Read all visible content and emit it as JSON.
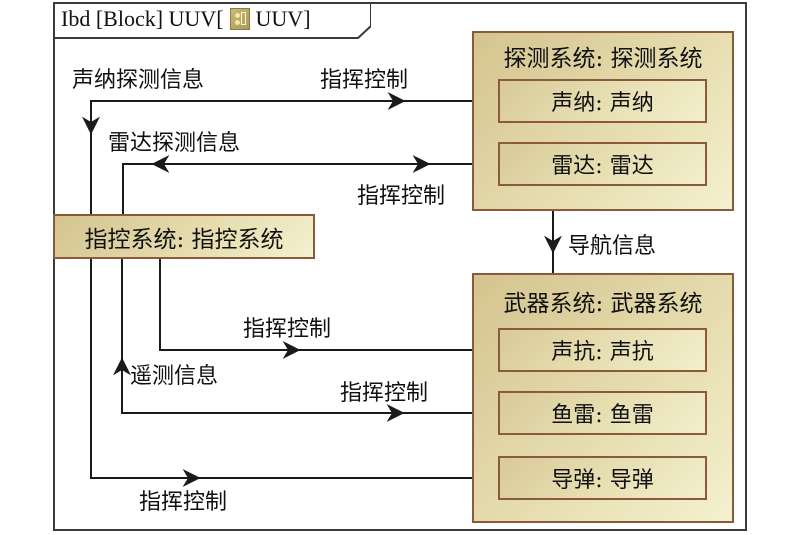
{
  "diagram": {
    "frame_title": {
      "prefix": "Ibd [Block] UUV[",
      "icon": "block-icon",
      "suffix": " UUV]"
    },
    "blocks": {
      "detection": {
        "title": "探测系统: 探测系统",
        "parts": [
          {
            "label": "声纳: 声纳"
          },
          {
            "label": "雷达: 雷达"
          }
        ]
      },
      "weapon": {
        "title": "武器系统: 武器系统",
        "parts": [
          {
            "label": "声抗: 声抗"
          },
          {
            "label": "鱼雷: 鱼雷"
          },
          {
            "label": "导弹: 导弹"
          }
        ]
      },
      "control": {
        "title": "指控系统: 指控系统"
      }
    },
    "connections": [
      {
        "from": "声纳",
        "to": "指控系统",
        "label": "声纳探测信息"
      },
      {
        "from": "指控系统",
        "to": "声纳",
        "label": "指挥控制"
      },
      {
        "from": "雷达",
        "to": "指控系统",
        "label": "雷达探测信息"
      },
      {
        "from": "指控系统",
        "to": "雷达",
        "label": "指挥控制"
      },
      {
        "from": "探测系统",
        "to": "武器系统",
        "label": "导航信息"
      },
      {
        "from": "指控系统",
        "to": "声抗",
        "label": "指挥控制"
      },
      {
        "from": "鱼雷",
        "to": "指控系统",
        "label": "遥测信息"
      },
      {
        "from": "指控系统",
        "to": "鱼雷",
        "label": "指挥控制"
      },
      {
        "from": "指控系统",
        "to": "导弹",
        "label": "指挥控制"
      }
    ],
    "colors": {
      "block_border": "#8b5a3c",
      "block_fill_start": "#d4c48f",
      "block_fill_end": "#f4f1cf",
      "line": "#1a1a1a",
      "frame": "#3a3a3a"
    }
  }
}
